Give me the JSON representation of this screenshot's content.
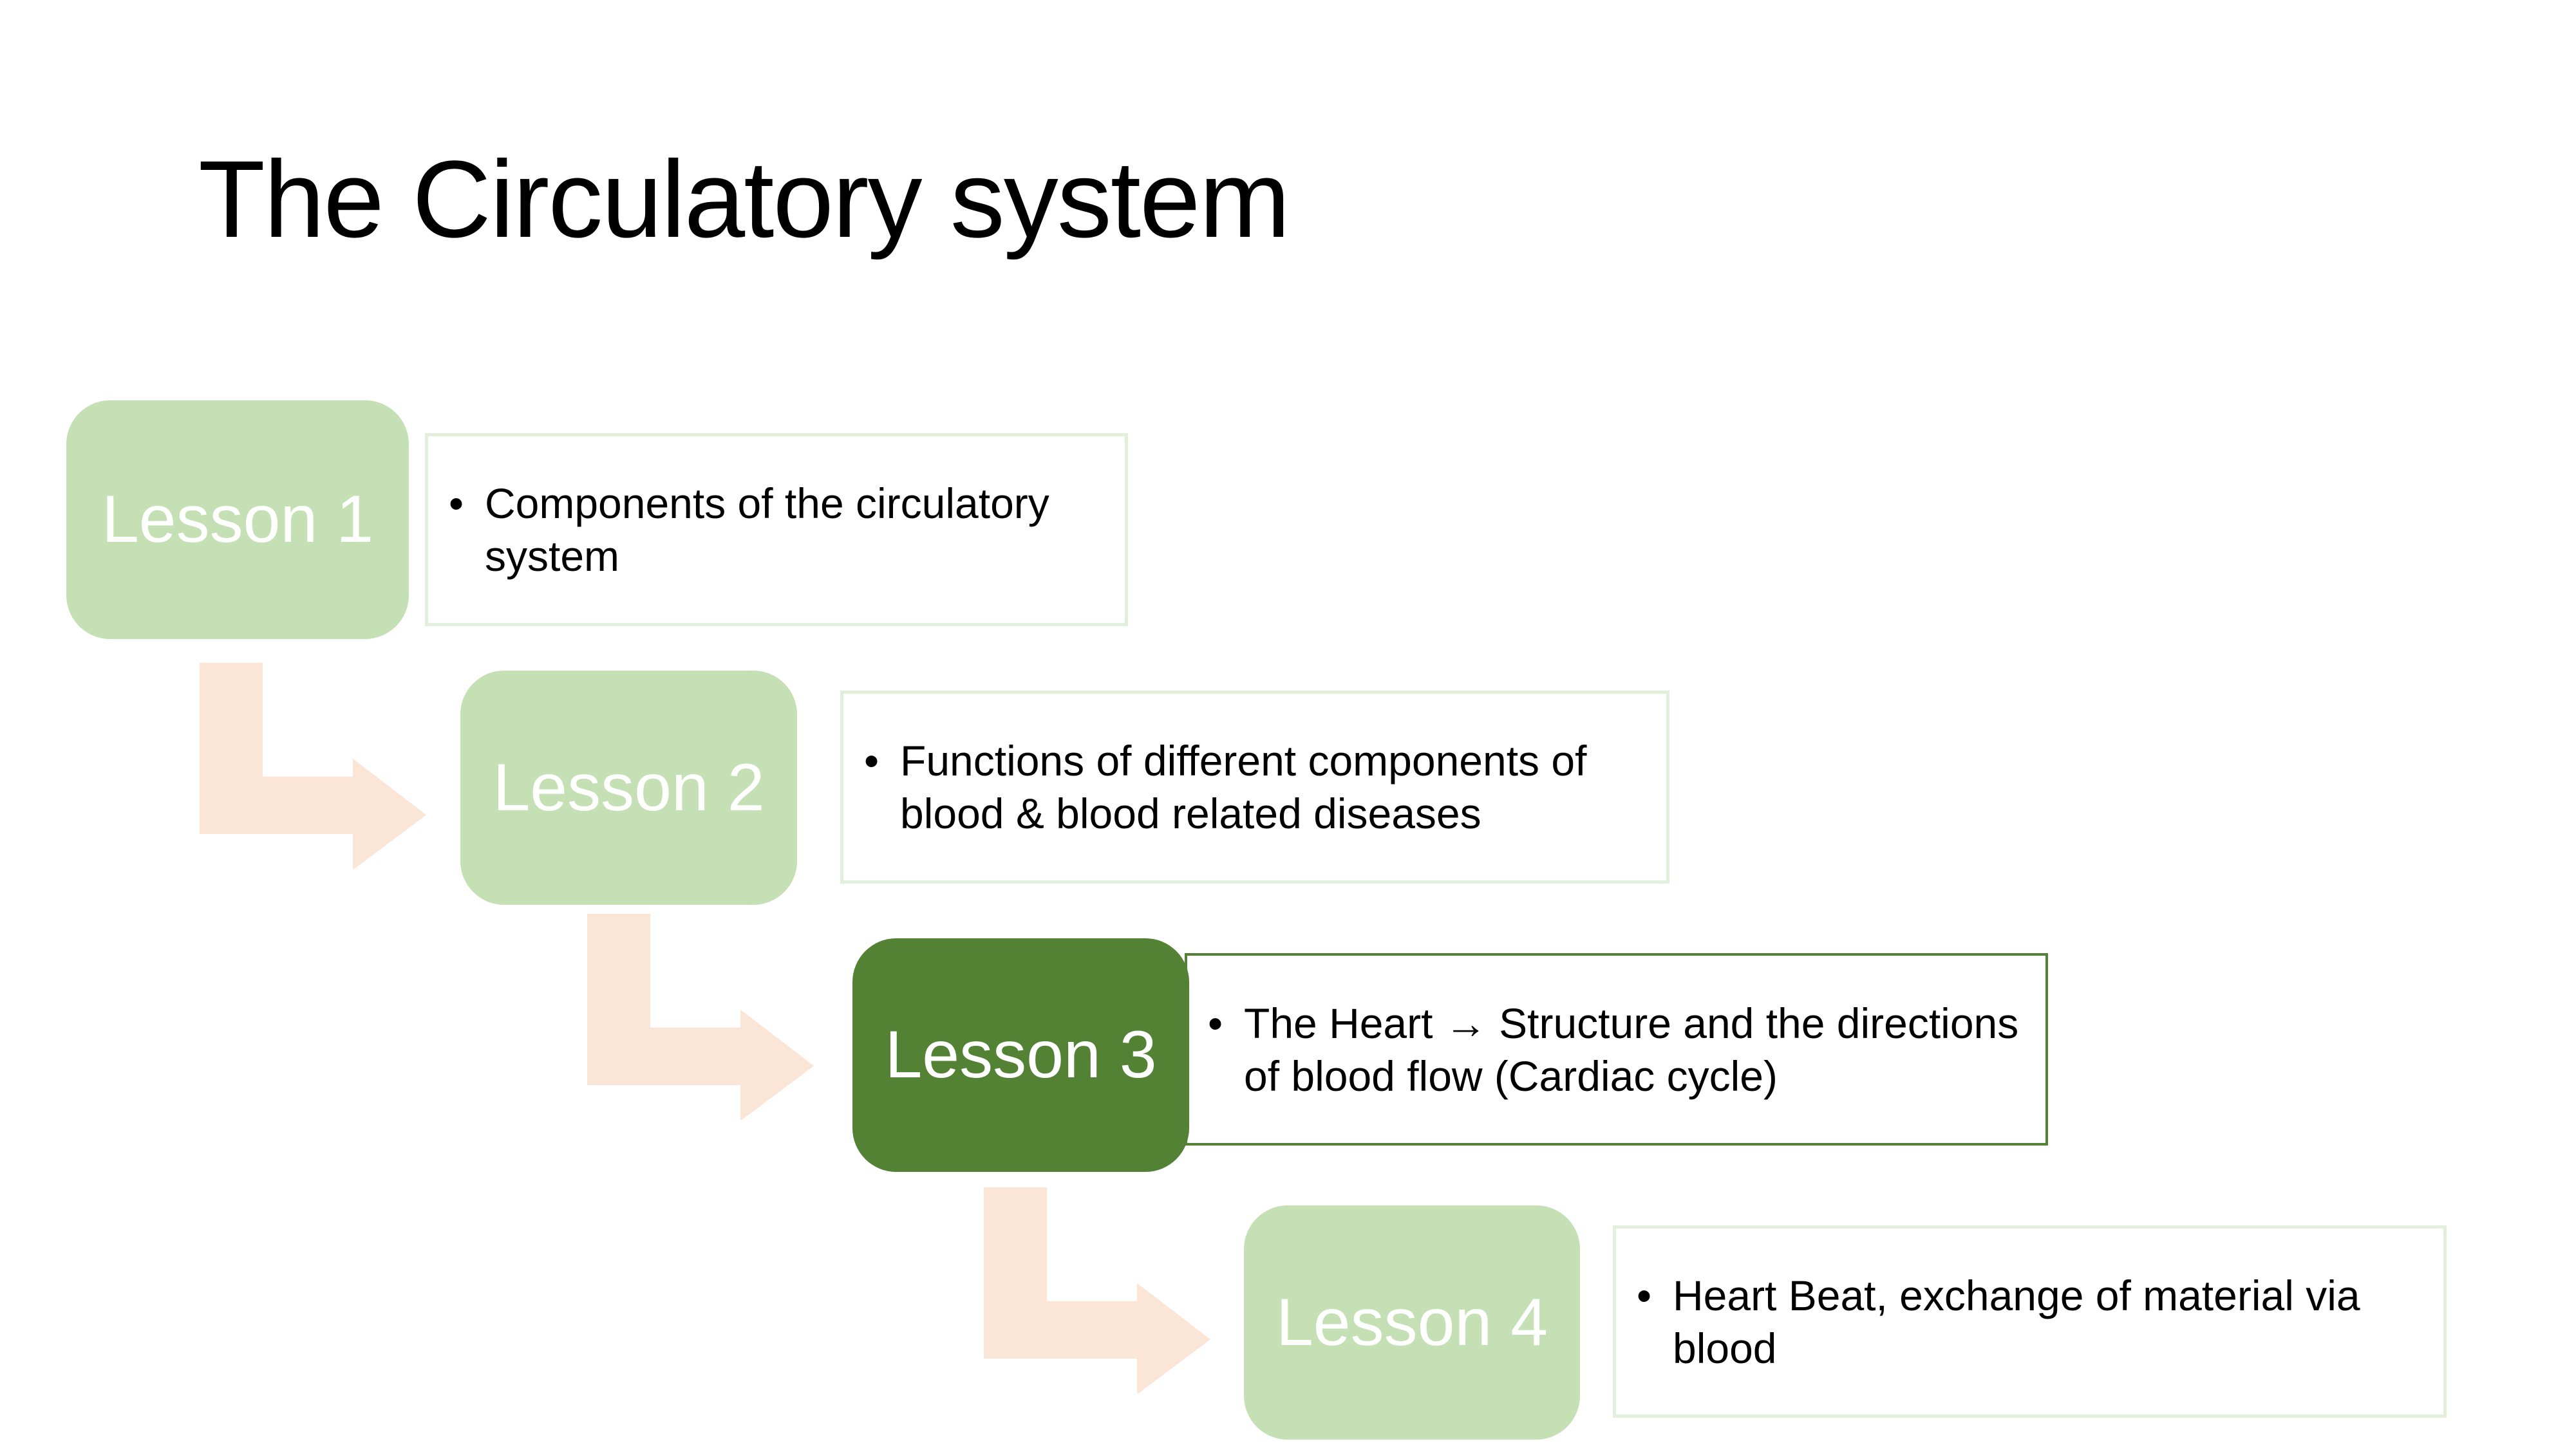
{
  "slide": {
    "title": "The Circulatory system",
    "lessons": [
      {
        "label": "Lesson 1",
        "description": "Components of the  circulatory system",
        "active": false
      },
      {
        "label": "Lesson 2",
        "description": "Functions of different components of blood & blood related diseases",
        "active": false
      },
      {
        "label": "Lesson 3",
        "description": "The Heart → Structure and the directions of blood flow (Cardiac cycle)",
        "active": true
      },
      {
        "label": "Lesson 4",
        "description": "Heart Beat, exchange of material via blood",
        "active": false
      }
    ],
    "bullet_glyph": "•",
    "colors": {
      "lesson_light": "#c5e0b4",
      "lesson_active": "#548235",
      "connector_arrow": "#fbe5d6",
      "box_border_light": "#e2efda"
    }
  }
}
